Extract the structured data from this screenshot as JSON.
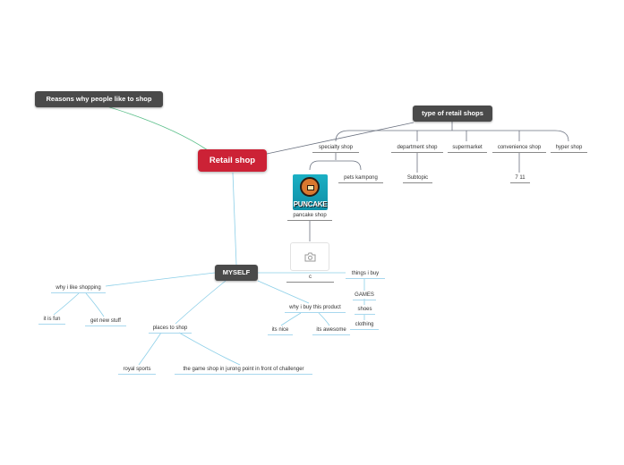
{
  "root": {
    "label": "Retail shop"
  },
  "reasons": {
    "label": "Reasons why people like to shop"
  },
  "types": {
    "label": "type of retail shops",
    "items": [
      {
        "label": "specialty shop"
      },
      {
        "label": "department shop"
      },
      {
        "label": "supermarket"
      },
      {
        "label": "convenience shop"
      },
      {
        "label": "hyper shop"
      }
    ],
    "specialty_children": [
      "pets kampong",
      "pancake shop"
    ],
    "department_child": "Subtopic",
    "convenience_child": "7 11",
    "logo": {
      "brand_text": "PUNCAKE",
      "icon": "pancake-logo-icon"
    },
    "pancake_child": {
      "icon": "camera-icon",
      "label": "c"
    }
  },
  "myself": {
    "label": "MYSELF",
    "why_shopping": {
      "label": "why i like shopping",
      "children": [
        "it is fun",
        "get new stuff"
      ]
    },
    "places": {
      "label": "places to shop",
      "children": [
        "royal sports",
        "the game shop in jurong point in front of  challenger"
      ]
    },
    "why_buy": {
      "label": "why i buy this product",
      "children": [
        "its nice",
        "its awesome"
      ]
    },
    "things_buy": {
      "label": "things i buy",
      "children": [
        "GAMES",
        "shoes",
        "clothing"
      ]
    }
  },
  "colors": {
    "root": "#cc2236",
    "dark_topic": "#4a4a4a",
    "link_green": "#5bbf8a",
    "link_blue": "#8ccfe8",
    "link_gray": "#6b7280"
  }
}
